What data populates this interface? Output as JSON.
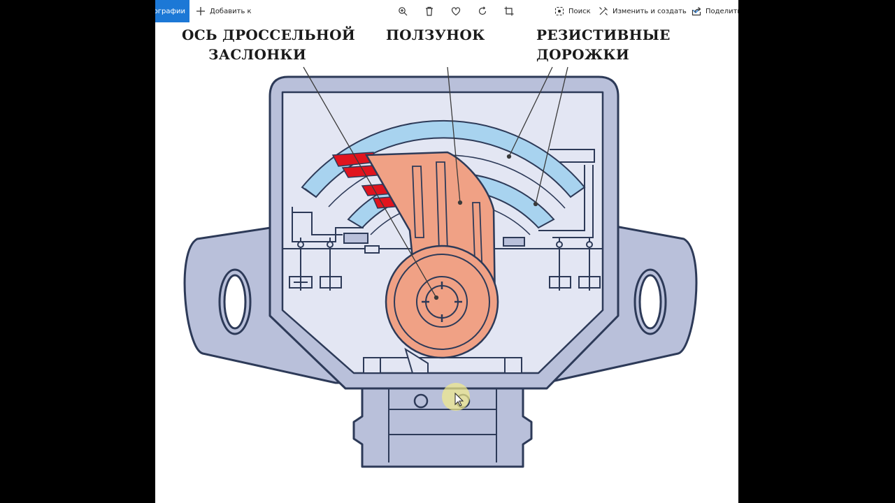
{
  "toolbar": {
    "tab_label": "отографии",
    "add_label": "Добавить к",
    "search_label": "Поиск",
    "edit_label": "Изменить и создать",
    "share_label": "Поделиться",
    "icons": [
      "zoom-in-icon",
      "delete-icon",
      "heart-icon",
      "rotate-icon",
      "crop-icon",
      "search-icon",
      "edit-icon",
      "share-icon",
      "chevron-down-icon"
    ],
    "accent_color": "#1c78d6"
  },
  "diagram": {
    "labels": {
      "shaft_line1": "ОСЬ ДРОССЕЛЬНОЙ",
      "shaft_line2": "ЗАСЛОНКИ",
      "slider": "ПОЛЗУНОК",
      "tracks_line1": "РЕЗИСТИВНЫЕ",
      "tracks_line2": "ДОРОЖКИ"
    },
    "colors": {
      "housing": "#b9c0da",
      "housing_inner": "#e3e6f3",
      "outline": "#2d3a58",
      "track": "#a8d3ef",
      "slider": "#f0a185",
      "contact": "#e0141e"
    }
  }
}
